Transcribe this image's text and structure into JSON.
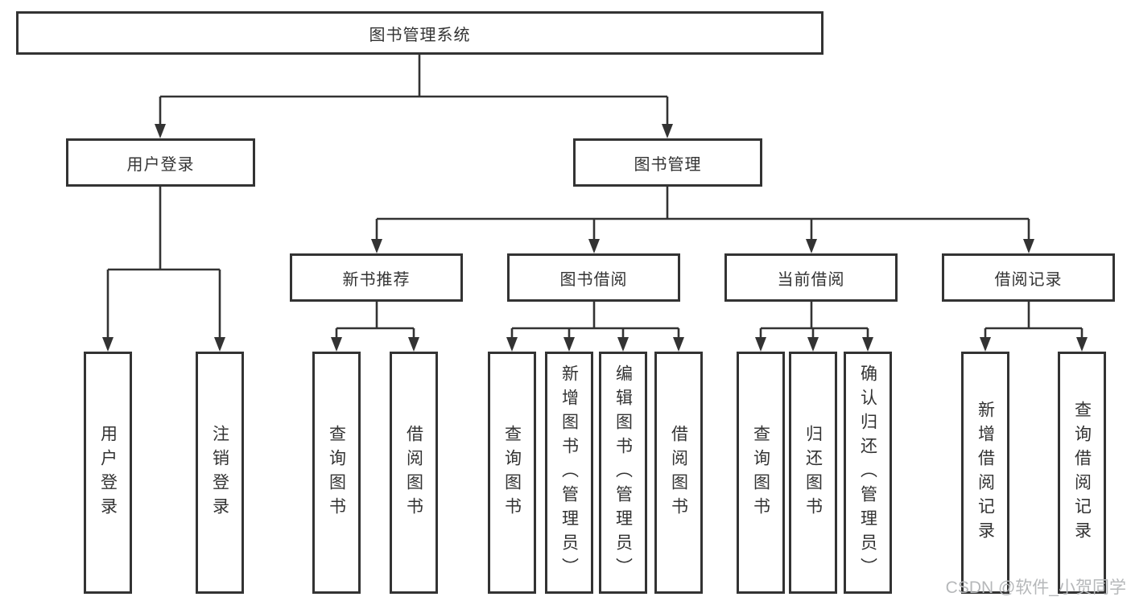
{
  "diagram": {
    "title": "图书管理系统",
    "root": {
      "label": "图书管理系统"
    },
    "level2": [
      {
        "id": "user-login-module",
        "label": "用户登录"
      },
      {
        "id": "book-management-module",
        "label": "图书管理"
      }
    ],
    "level3": [
      {
        "id": "new-book-recommend",
        "label": "新书推荐",
        "parent": "图书管理"
      },
      {
        "id": "book-borrow",
        "label": "图书借阅",
        "parent": "图书管理"
      },
      {
        "id": "current-borrow",
        "label": "当前借阅",
        "parent": "图书管理"
      },
      {
        "id": "borrow-records",
        "label": "借阅记录",
        "parent": "图书管理"
      }
    ],
    "leaves": [
      {
        "label": "用户登录",
        "parent": "用户登录"
      },
      {
        "label": "注销登录",
        "parent": "用户登录"
      },
      {
        "label": "查询图书",
        "parent": "新书推荐"
      },
      {
        "label": "借阅图书",
        "parent": "新书推荐"
      },
      {
        "label": "查询图书",
        "parent": "图书借阅"
      },
      {
        "label": "新增图书（管理员）",
        "parent": "图书借阅"
      },
      {
        "label": "编辑图书（管理员）",
        "parent": "图书借阅"
      },
      {
        "label": "借阅图书",
        "parent": "图书借阅"
      },
      {
        "label": "查询图书",
        "parent": "当前借阅"
      },
      {
        "label": "归还图书",
        "parent": "当前借阅"
      },
      {
        "label": "确认归还（管理员）",
        "parent": "当前借阅"
      },
      {
        "label": "新增借阅记录",
        "parent": "借阅记录"
      },
      {
        "label": "查询借阅记录",
        "parent": "借阅记录"
      }
    ]
  },
  "watermark": {
    "text": "CSDN @软件_小贺同学"
  },
  "colors": {
    "line": "#333333",
    "text": "#333333",
    "background": "#ffffff",
    "watermark": "#b6b8ba"
  }
}
